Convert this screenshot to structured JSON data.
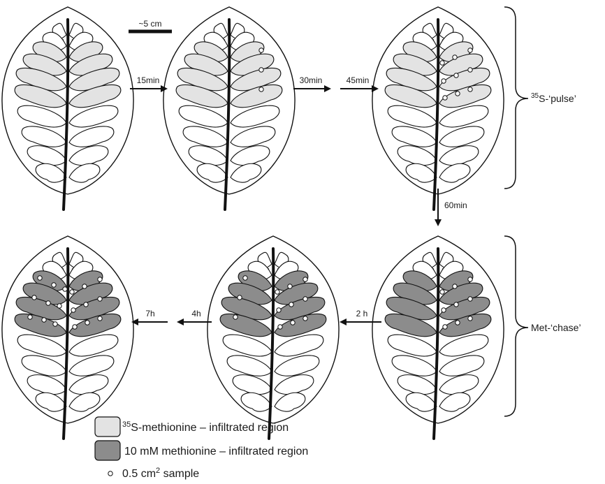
{
  "scale_bar": {
    "label": "~5 cm"
  },
  "colors": {
    "pulse_fill": "#e3e3e3",
    "chase_fill": "#8c8c8c",
    "outline": "#111111",
    "background": "#ffffff"
  },
  "timepoints": {
    "t15": "15min",
    "t30": "30min",
    "t45": "45min",
    "t60": "60min",
    "t2h": "2 h",
    "t4h": "4h",
    "t7h": "7h"
  },
  "brackets": {
    "pulse": {
      "sup": "35",
      "label": "S-‘pulse’"
    },
    "chase": {
      "label": "Met-‘chase’"
    }
  },
  "legend": {
    "pulse": {
      "sup": "35",
      "label": "S-methionine – infiltrated region"
    },
    "chase": {
      "label": "10 mM methionine – infiltrated region"
    },
    "sample": {
      "pre": "0.5 cm",
      "sup": "2",
      "post": " sample"
    }
  },
  "leaves": [
    {
      "id": "leaf-1",
      "stage": "pulse",
      "sampled": 0
    },
    {
      "id": "leaf-2",
      "stage": "pulse",
      "sampled": 3
    },
    {
      "id": "leaf-3",
      "stage": "pulse",
      "sampled": 9
    },
    {
      "id": "leaf-4",
      "stage": "chase",
      "sampled": 9
    },
    {
      "id": "leaf-5",
      "stage": "chase",
      "sampled": 12
    },
    {
      "id": "leaf-6",
      "stage": "chase",
      "sampled": 18
    }
  ]
}
